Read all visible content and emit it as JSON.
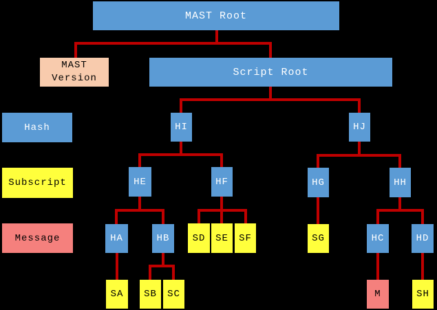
{
  "diagram": {
    "description": "MAST tree diagram",
    "background": "#000000"
  },
  "colors": {
    "hash_blue": "#5B9BD5",
    "subscript_yellow": "#FFFF3C",
    "message_salmon": "#F5807D",
    "version_peach": "#F8CBAD",
    "connector_red": "#C00000",
    "text_on_blue": "#FFFFFF",
    "text_on_light": "#000000"
  },
  "legend": {
    "hash": "Hash",
    "subscript": "Subscript",
    "message": "Message"
  },
  "tree": {
    "mast_root": "MAST Root",
    "mast_version": {
      "line1": "MAST",
      "line2": "Version"
    },
    "script_root": "Script Root",
    "hash_nodes": {
      "hi": "HI",
      "hj": "HJ",
      "he": "HE",
      "hf": "HF",
      "hg": "HG",
      "hh": "HH",
      "ha": "HA",
      "hb": "HB",
      "hc": "HC",
      "hd": "HD"
    },
    "subscript_nodes": {
      "sa": "SA",
      "sb": "SB",
      "sc": "SC",
      "sd": "SD",
      "se": "SE",
      "sf": "SF",
      "sg": "SG",
      "sh": "SH"
    },
    "message_nodes": {
      "m": "M"
    }
  }
}
